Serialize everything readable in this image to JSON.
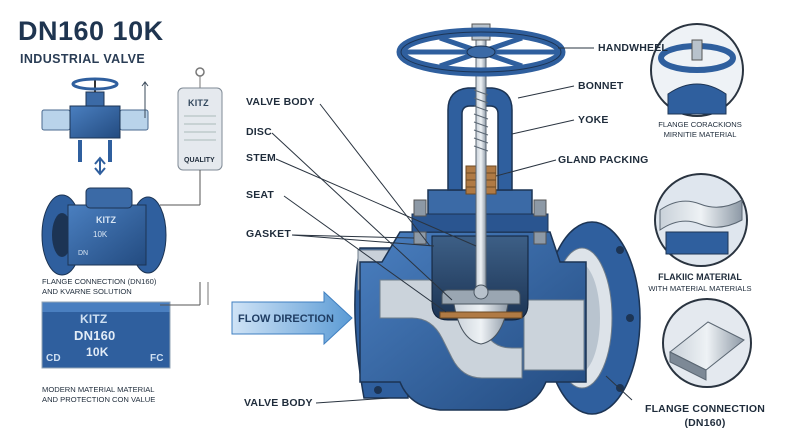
{
  "header": {
    "title": "DN160 10K",
    "subtitle": "INDUSTRIAL VALVE"
  },
  "left_panel": {
    "tag_brand": "KITZ",
    "tag_footer": "QUALITY",
    "caption_line1": "FLANGE CONNECTION (DN160)",
    "caption_line2": "AND KVARNE SOLUTION",
    "casting_brand": "KITZ",
    "casting_size": "DN160",
    "casting_rating": "10K",
    "casting_left": "CD",
    "casting_right": "FC",
    "material_line1": "MODERN MATERIAL MATERIAL",
    "material_line2": "AND PROTECTION CON VALUE"
  },
  "labels": {
    "valve_body_top": "VALVE BODY",
    "disc": "DISC",
    "stem": "STEM",
    "seat": "SEAT",
    "gasket": "GASKET",
    "valve_body_bottom": "VALVE BODY",
    "flow_direction": "FLOW DIRECTION",
    "handwheel": "HANDWHEEL",
    "bonnet": "BONNET",
    "yoke": "YOKE",
    "gland_packing": "GLAND PACKING",
    "flange_connection_line1": "FLANGE CONNECTION",
    "flange_connection_line2": "(DN160)"
  },
  "detail_circles": [
    {
      "line1": "FLANGE CORACKIONS",
      "line2": "MIRNITIE MATERIAL"
    },
    {
      "line1": "FLAKIIC MATERIAL",
      "line2": "WITH MATERIAL MATERIALS"
    }
  ],
  "colors": {
    "valve_blue": "#2f5f9e",
    "steel": "#9aa6b2",
    "bronze": "#b07a44",
    "arrow": "#5b9bd5",
    "ink": "#1f2c3b"
  }
}
